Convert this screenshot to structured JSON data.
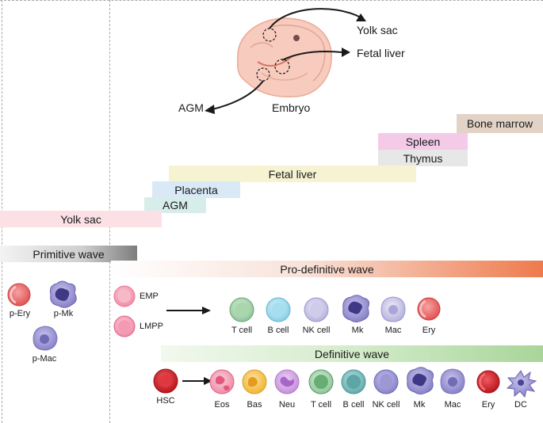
{
  "embryo": {
    "yolk_sac_label": "Yolk sac",
    "fetal_liver_label": "Fetal liver",
    "agm_label": "AGM",
    "embryo_label": "Embryo"
  },
  "timeline": {
    "bone_marrow": "Bone marrow",
    "spleen": "Spleen",
    "thymus": "Thymus",
    "fetal_liver": "Fetal liver",
    "placenta": "Placenta",
    "agm": "AGM",
    "yolk_sac": "Yolk sac"
  },
  "waves": {
    "primitive": "Primitive wave",
    "pro_definitive": "Pro-definitive wave",
    "definitive": "Definitive wave"
  },
  "primitive_cells": {
    "p_ery": "p-Ery",
    "p_mk": "p-Mk",
    "p_mac": "p-Mac"
  },
  "pro_definitive": {
    "progenitors": [
      "EMP",
      "LMPP"
    ],
    "outputs": [
      "T cell",
      "B cell",
      "NK cell",
      "Mk",
      "Mac",
      "Ery"
    ]
  },
  "definitive": {
    "source": "HSC",
    "outputs": [
      "Eos",
      "Bas",
      "Neu",
      "T cell",
      "B cell",
      "NK cell",
      "Mk",
      "Mac",
      "Ery",
      "DC"
    ]
  },
  "colors": {
    "bone_marrow": "#e3d3c6",
    "spleen": "#f3cbe8",
    "thymus": "#e7e7e7",
    "fetal_liver": "#f6f3d3",
    "placenta": "#d9e9f6",
    "agm": "#d7ede9",
    "yolk_sac": "#fbe0e6",
    "primitive_wave_end": "#7d7d7d",
    "pro_definitive_end": "#ee7a4c",
    "definitive_end": "#a9d59a",
    "red_cell": "#e85a5a",
    "purple_cell": "#8d87c9",
    "green_cell": "#7dbb84",
    "cyan_cell": "#7ccbe3",
    "teal_cell": "#6fb2b3",
    "pink_cell": "#f5a2b8",
    "orange_cell": "#f3bf4a",
    "violet_cell": "#c99ae0",
    "darkred_cell": "#c4252c",
    "embryo_skin": "#f7cbbd"
  }
}
